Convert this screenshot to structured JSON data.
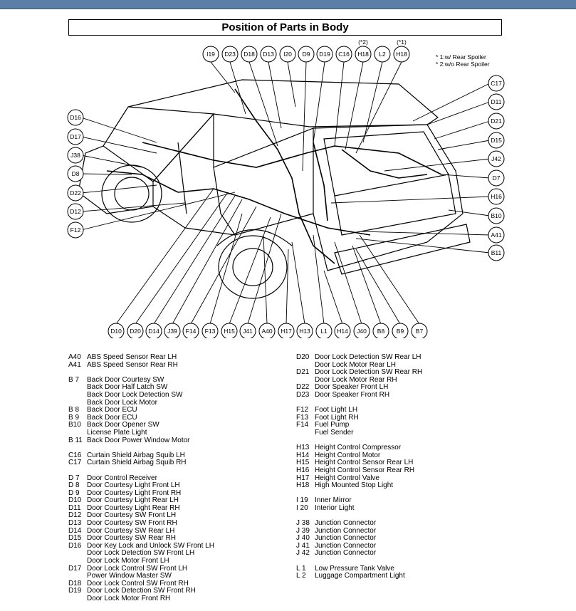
{
  "title": "Position of Parts in Body",
  "notes": [
    "* 1:w/ Rear Spoiler",
    "* 2:w/o Rear Spoiler"
  ],
  "callouts": {
    "I19": "I19",
    "D23": "D23",
    "D18": "D18",
    "D13": "D13",
    "I20": "I20",
    "D9": "D9",
    "D19": "D19",
    "C16": "C16",
    "H18a": "H18",
    "L2": "L2",
    "H18b": "H18",
    "H18a_tag": "(*2)",
    "H18b_tag": "(*1)",
    "C17": "C17",
    "D11": "D11",
    "D21": "D21",
    "D15": "D15",
    "J42": "J42",
    "D7": "D7",
    "H16": "H16",
    "B10": "B10",
    "A41": "A41",
    "B11": "B11",
    "D16": "D16",
    "D17": "D17",
    "J38": "J38",
    "D8": "D8",
    "D22": "D22",
    "D12": "D12",
    "F12": "F12",
    "D10": "D10",
    "D20": "D20",
    "D14": "D14",
    "J39": "J39",
    "F14": "F14",
    "F13": "F13",
    "H15": "H15",
    "J41": "J41",
    "A40": "A40",
    "H17": "H17",
    "H13": "H13",
    "L1": "L1",
    "H14": "H14",
    "J40": "J40",
    "B8": "B8",
    "B9": "B9",
    "B7": "B7"
  },
  "legend_left": [
    {
      "code": "A40",
      "name": "ABS Speed Sensor Rear LH"
    },
    {
      "code": "A41",
      "name": "ABS Speed Sensor Rear RH"
    },
    {
      "gap": true
    },
    {
      "code": "B  7",
      "name": "Back Door Courtesy SW"
    },
    {
      "code": "",
      "name": "Back Door Half Latch SW"
    },
    {
      "code": "",
      "name": "Back Door Lock Detection SW"
    },
    {
      "code": "",
      "name": "Back Door Lock Motor"
    },
    {
      "code": "B  8",
      "name": "Back Door ECU"
    },
    {
      "code": "B  9",
      "name": "Back Door ECU"
    },
    {
      "code": "B10",
      "name": "Back Door Opener SW"
    },
    {
      "code": "",
      "name": "License Plate Light"
    },
    {
      "code": "B 11",
      "name": "Back Door Power Window Motor"
    },
    {
      "gap": true
    },
    {
      "code": "C16",
      "name": "Curtain Shield Airbag Squib LH"
    },
    {
      "code": "C17",
      "name": "Curtain Shield Airbag Squib RH"
    },
    {
      "gap": true
    },
    {
      "code": "D  7",
      "name": "Door Control Receiver"
    },
    {
      "code": "D  8",
      "name": "Door Courtesy Light Front LH"
    },
    {
      "code": "D  9",
      "name": "Door Courtesy Light Front RH"
    },
    {
      "code": "D10",
      "name": "Door Courtesy Light Rear LH"
    },
    {
      "code": "D11",
      "name": "Door Courtesy Light Rear RH"
    },
    {
      "code": "D12",
      "name": "Door Courtesy SW Front LH"
    },
    {
      "code": "D13",
      "name": "Door Courtesy SW Front RH"
    },
    {
      "code": "D14",
      "name": "Door Courtesy SW Rear LH"
    },
    {
      "code": "D15",
      "name": "Door Courtesy SW Rear RH"
    },
    {
      "code": "D16",
      "name": "Door Key Lock and Unlock SW Front LH"
    },
    {
      "code": "",
      "name": "Door Lock Detection SW Front LH"
    },
    {
      "code": "",
      "name": "Door Lock Motor Front LH"
    },
    {
      "code": "D17",
      "name": "Door Lock Control SW Front LH"
    },
    {
      "code": "",
      "name": "Power Window Master SW"
    },
    {
      "code": "D18",
      "name": "Door Lock Control SW Front RH"
    },
    {
      "code": "D19",
      "name": "Door Lock Detection SW Front RH"
    },
    {
      "code": "",
      "name": "Door Lock Motor Front RH"
    }
  ],
  "legend_right": [
    {
      "code": "D20",
      "name": "Door Lock Detection SW Rear LH"
    },
    {
      "code": "",
      "name": "Door Lock Motor Rear LH"
    },
    {
      "code": "D21",
      "name": "Door Lock Detection SW Rear RH"
    },
    {
      "code": "",
      "name": "Door Lock Motor Rear RH"
    },
    {
      "code": "D22",
      "name": "Door Speaker Front LH"
    },
    {
      "code": "D23",
      "name": "Door Speaker Front RH"
    },
    {
      "gap": true
    },
    {
      "code": "F12",
      "name": "Foot Light LH"
    },
    {
      "code": "F13",
      "name": "Foot Light RH"
    },
    {
      "code": "F14",
      "name": "Fuel Pump"
    },
    {
      "code": "",
      "name": "Fuel Sender"
    },
    {
      "gap": true
    },
    {
      "code": "H13",
      "name": "Height Control Compressor"
    },
    {
      "code": "H14",
      "name": "Height Control Motor"
    },
    {
      "code": "H15",
      "name": "Height Control Sensor Rear LH"
    },
    {
      "code": "H16",
      "name": "Height Control Sensor Rear RH"
    },
    {
      "code": "H17",
      "name": "Height Control Valve"
    },
    {
      "code": "H18",
      "name": "High Mounted Stop Light"
    },
    {
      "gap": true
    },
    {
      "code": "I 19",
      "name": "Inner Mirror"
    },
    {
      "code": "I 20",
      "name": "Interior Light"
    },
    {
      "gap": true
    },
    {
      "code": "J 38",
      "name": "Junction Connector"
    },
    {
      "code": "J 39",
      "name": "Junction Connector"
    },
    {
      "code": "J 40",
      "name": "Junction Connector"
    },
    {
      "code": "J 41",
      "name": "Junction Connector"
    },
    {
      "code": "J 42",
      "name": "Junction Connector"
    },
    {
      "gap": true
    },
    {
      "code": "L  1",
      "name": "Low Pressure Tank Valve"
    },
    {
      "code": "L  2",
      "name": "Luggage Compartment Light"
    }
  ]
}
